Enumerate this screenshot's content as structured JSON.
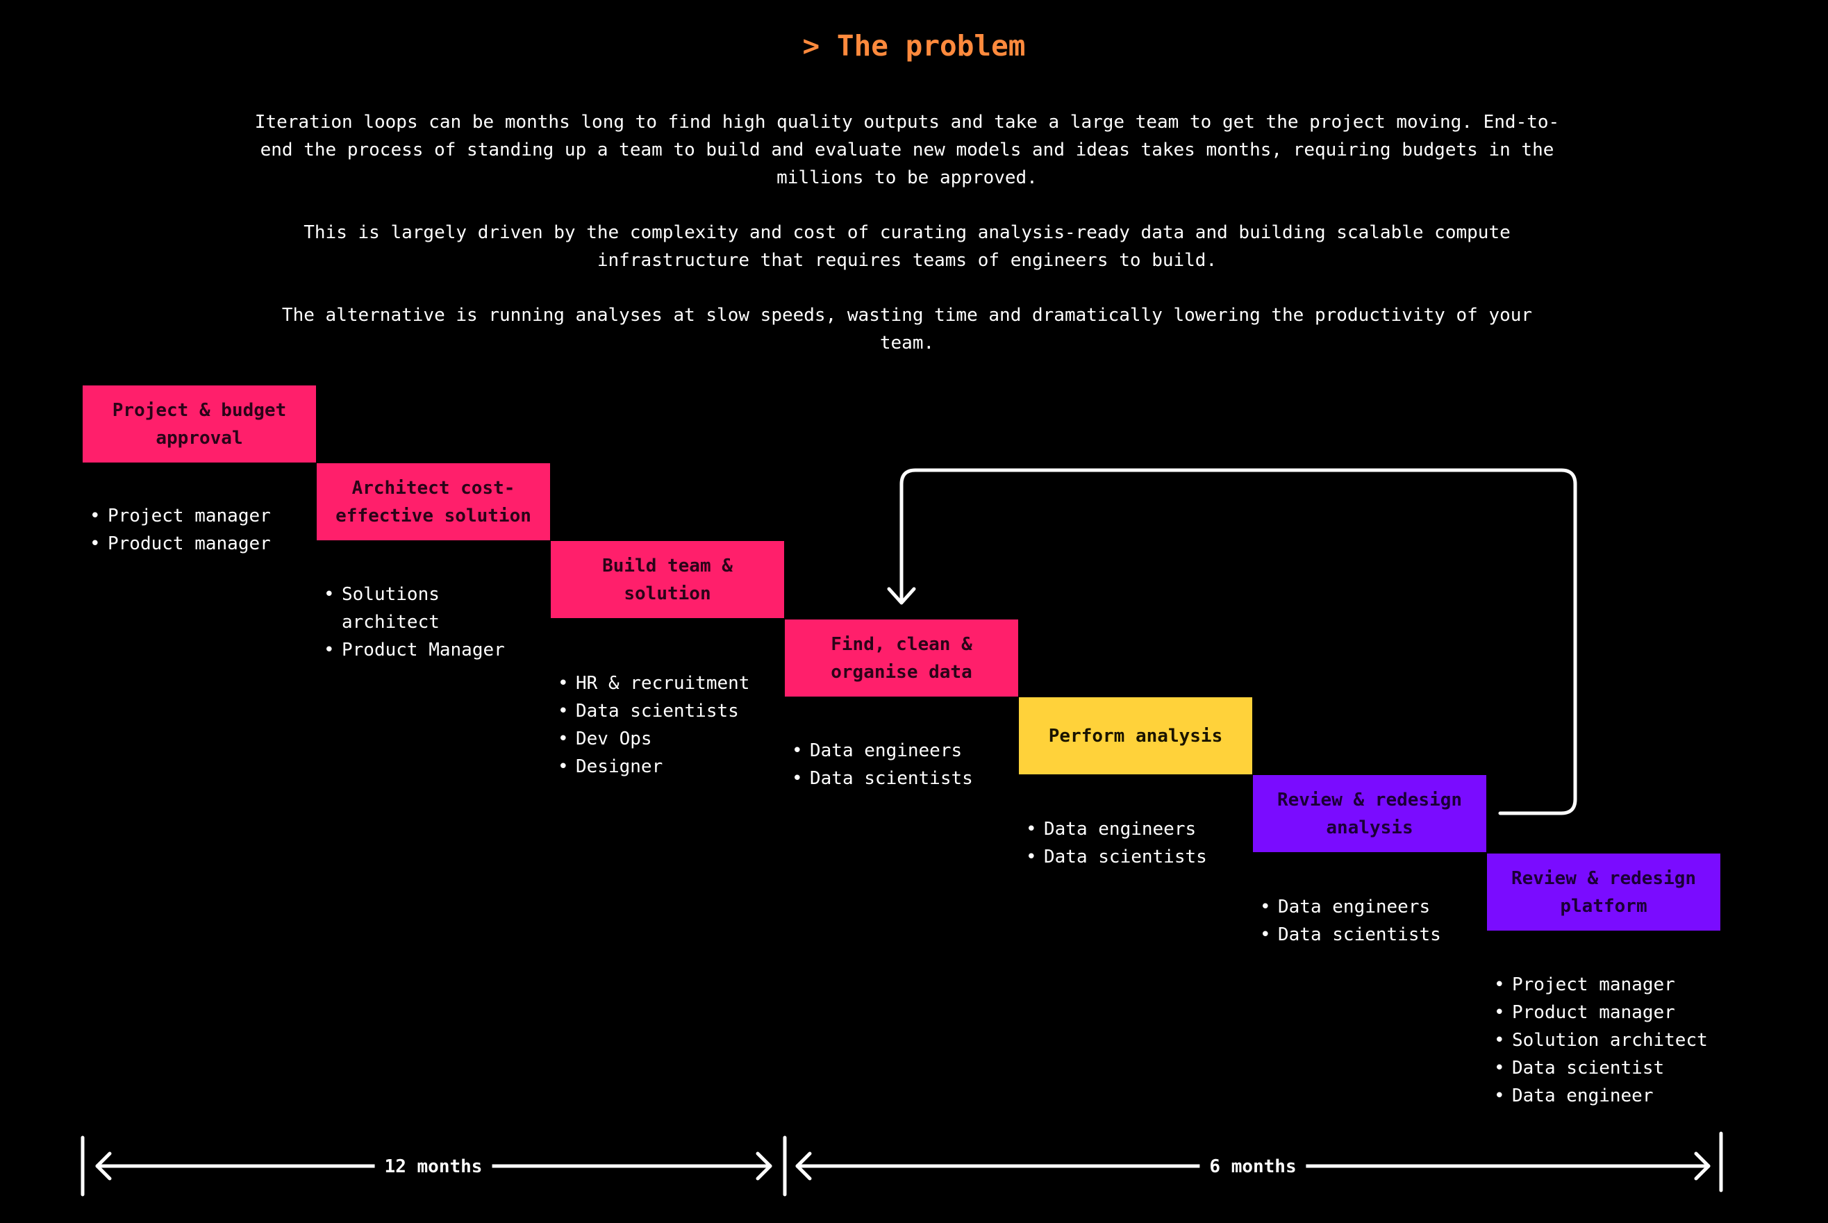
{
  "header": {
    "title": "> The problem"
  },
  "intro": {
    "paragraphs": [
      "Iteration loops can be months long to find high quality outputs and take a large team to get the project moving. End-to-end the process of standing up a team to build and evaluate new models and ideas takes months, requiring budgets in the millions to be approved.",
      "This is largely driven by the complexity and cost of curating analysis-ready data and building scalable compute infrastructure that requires teams of engineers to build.",
      "The alternative is running analyses at slow speeds, wasting time and dramatically lowering the productivity of your team."
    ]
  },
  "colors": {
    "title": "#ff8a3d",
    "pink": "#ff1f6b",
    "yellow": "#ffd23a",
    "purple": "#7a0cff",
    "background": "#000000",
    "text": "#ffffff"
  },
  "steps": [
    {
      "label": "Project & budget approval",
      "color": "pink",
      "roles": [
        "Project manager",
        "Product manager"
      ]
    },
    {
      "label": "Architect cost-effective solution",
      "color": "pink",
      "roles": [
        "Solutions architect",
        "Product Manager"
      ]
    },
    {
      "label": "Build team & solution",
      "color": "pink",
      "roles": [
        "HR & recruitment",
        "Data scientists",
        "Dev Ops",
        "Designer"
      ]
    },
    {
      "label": "Find, clean & organise data",
      "color": "pink",
      "roles": [
        "Data engineers",
        "Data scientists"
      ]
    },
    {
      "label": "Perform analysis",
      "color": "yellow",
      "roles": [
        "Data engineers",
        "Data scientists"
      ]
    },
    {
      "label": "Review & redesign analysis",
      "color": "purple",
      "roles": [
        "Data engineers",
        "Data scientists"
      ]
    },
    {
      "label": "Review & redesign platform",
      "color": "purple",
      "roles": [
        "Project manager",
        "Product manager",
        "Solution architect",
        "Data scientist",
        "Data engineer"
      ]
    }
  ],
  "loop": {
    "icon": "loop-back-arrow-icon"
  },
  "durations": [
    {
      "label": "12 months"
    },
    {
      "label": "6 months"
    }
  ]
}
